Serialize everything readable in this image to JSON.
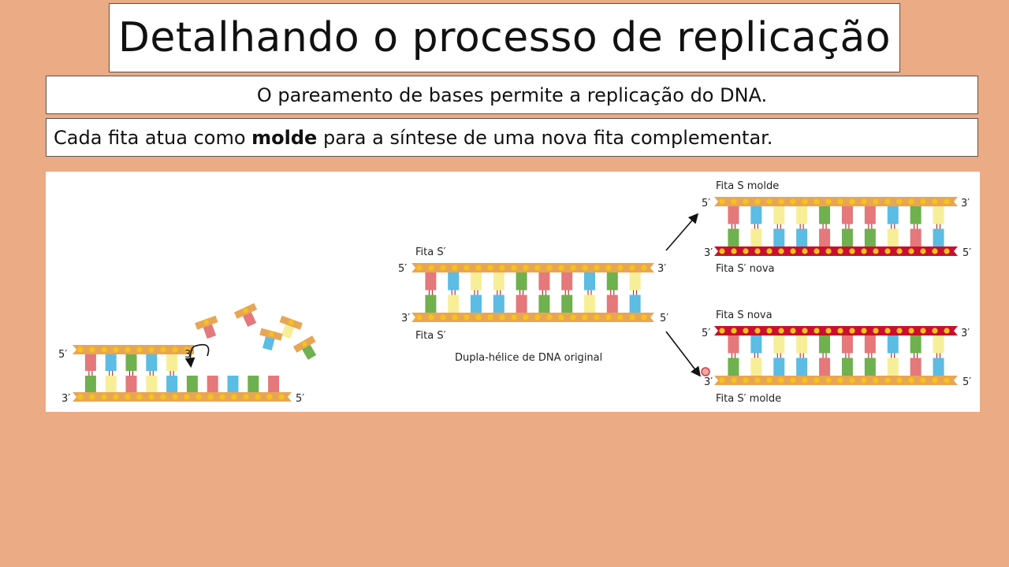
{
  "title": "Detalhando o processo de replicação",
  "subtitle": "O pareamento de bases permite a replicação do DNA.",
  "statement": {
    "before": "Cada fita atua como ",
    "bold": "molde",
    "after": " para a síntese de uma nova fita complementar."
  },
  "diagram": {
    "left": {
      "label_5": "5′",
      "label_3_top": "3′",
      "label_3_bottom": "3′",
      "label_5_bottom": "5′"
    },
    "center": {
      "strand_top": "Fita S′",
      "strand_bottom": "Fita S′",
      "end_5_top": "5′",
      "end_3_top": "3′",
      "end_3_bottom": "3′",
      "end_5_bottom": "5′",
      "caption": "Dupla-hélice de DNA original"
    },
    "top_right": {
      "label_top": "Fita S molde",
      "label_bottom": "Fita S′ nova",
      "end_5_top": "5′",
      "end_3_top": "3′",
      "end_3_bottom": "3′",
      "end_5_bottom": "5′"
    },
    "bottom_right": {
      "label_top": "Fita S nova",
      "label_bottom": "Fita S′ molde",
      "end_5_top": "5′",
      "end_3_top": "3′",
      "end_3_bottom": "3′",
      "end_5_bottom": "5′"
    }
  },
  "colors": {
    "background": "#eaab85",
    "backbone": "#e8a654",
    "new_strand": "#c8102e",
    "phosphate": "#f6c21c",
    "base_red": "#e4787a",
    "base_blue": "#5bbce4",
    "base_yellow": "#f7ee98",
    "base_green": "#6fb04f"
  }
}
